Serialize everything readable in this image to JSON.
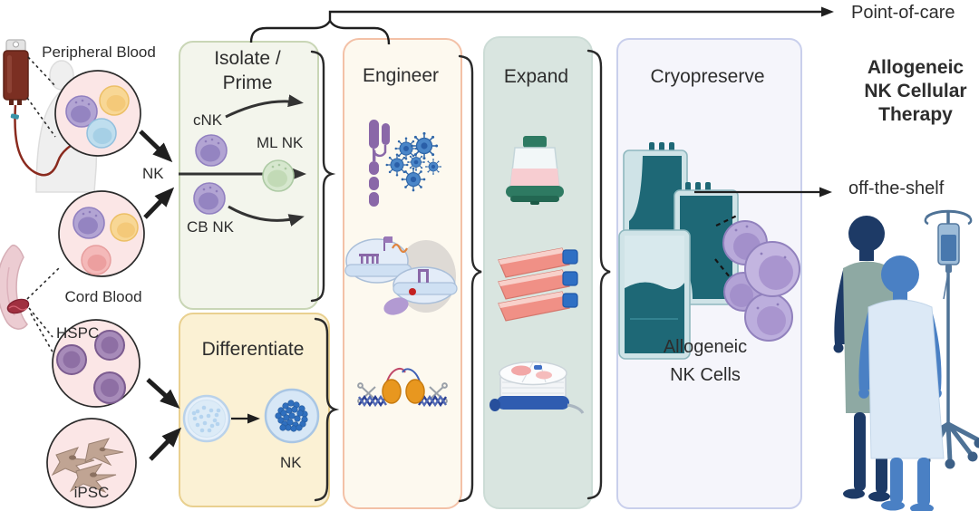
{
  "title": "Allogeneic NK Cellular Therapy workflow diagram",
  "sources": {
    "peripheral_blood_label": "Peripheral Blood",
    "nk_label": "NK",
    "cord_blood_label": "Cord Blood",
    "hspc_label": "HSPC",
    "ipsc_label": "iPSC"
  },
  "steps": {
    "isolate_prime": {
      "title_line1": "Isolate /",
      "title_line2": "Prime",
      "cnk_label": "cNK",
      "ml_nk_label": "ML NK",
      "cb_nk_label": "CB NK"
    },
    "differentiate": {
      "title": "Differentiate",
      "nk_label": "NK"
    },
    "engineer": {
      "title": "Engineer"
    },
    "expand": {
      "title": "Expand"
    },
    "cryopreserve": {
      "title": "Cryopreserve",
      "product_line1": "Allogeneic",
      "product_line2": "NK Cells"
    }
  },
  "outputs": {
    "point_of_care_label": "Point-of-care",
    "off_the_shelf_label": "off-the-shelf",
    "therapy_line1": "Allogeneic",
    "therapy_line2": "NK Cellular",
    "therapy_line3": "Therapy"
  },
  "icons": {
    "blood_bag_icon": "blood collection bag",
    "donor_silhouette_icon": "faint human silhouette",
    "peripheral_blood_cells_icon": "mixed blood cells in magnified circle",
    "placenta_icon": "placenta with umbilical cord",
    "cord_blood_cells_icon": "mixed cord blood cells in magnified circle",
    "hspc_cells_icon": "hematopoietic stem cells in magnified circle",
    "ipsc_cells_icon": "induced pluripotent stem cells in magnified circle",
    "cnk_cell_icon": "conventional NK cell",
    "ml_nk_cell_icon": "memory-like NK cell",
    "cb_nk_cell_icon": "cord blood NK cell",
    "petri_dish_progenitor_icon": "dish with sparse progenitor cells",
    "petri_dish_nk_icon": "dish with dense NK cells",
    "car_construct_icon": "CAR receptor construct",
    "virus_particles_icon": "viral vector particles",
    "electroporation_icon": "microfluidic transfection chip",
    "crispr_icon": "CRISPR Cas9 gene editing with DNA and scissors",
    "spinner_flask_icon": "spinner flask bioreactor",
    "stacked_flasks_icon": "stacked tissue culture flasks",
    "grex_bioreactor_icon": "gas-permeable round bioreactor",
    "cryobags_icon": "three cryopreservation bags",
    "nk_cell_cluster_icon": "cluster of purple NK cells",
    "iv_pole_icon": "IV stand with infusion bag",
    "patients_icon": "two patient silhouettes"
  },
  "colors": {
    "text": "#2d2d2d",
    "arrow_black": "#1f1f1f",
    "isolate_box_fill": "#f3f5ec",
    "isolate_box_border": "#c9d6b6",
    "differentiate_box_fill": "#fbf1d4",
    "differentiate_box_border": "#e9d08f",
    "engineer_box_fill": "#fdf9ef",
    "engineer_box_border": "#f3c1a7",
    "expand_box_fill": "#d9e5e0",
    "expand_box_border": "#ccdcd6",
    "cryo_box_fill": "#f5f5fb",
    "cryo_box_border": "#c9cfec",
    "nk_cell_purple": "#b2a4d3",
    "ml_nk_green": "#d6e7ce",
    "cryobag_teal": "#1e6876",
    "virus_blue": "#4a86c8",
    "media_pink": "#f09086",
    "patient_dark_blue": "#1d3a66",
    "patient_light_blue": "#4a80c4"
  }
}
